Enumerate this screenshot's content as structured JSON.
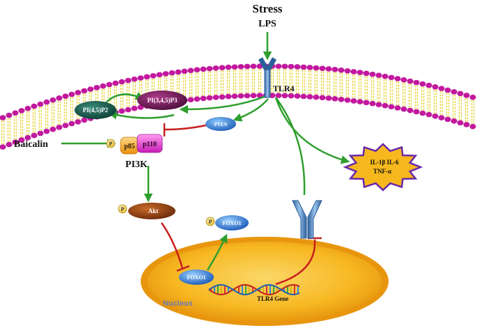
{
  "diagram": {
    "stress": "Stress",
    "lps": "LPS",
    "tlr4": "TLR4",
    "pip2": "PI(4,5)P2",
    "pip3": "PI(3,4,5)P3",
    "pten": "PTEN",
    "p85": "p85",
    "p110": "p110",
    "p_symbol": "P",
    "pi3k": "PI3K",
    "baicalin": "Baicalin",
    "akt": "Akt",
    "foxo1": "FOXO1",
    "cytokines_line1": "IL-1β  IL-6",
    "cytokines_line2": "TNF-α",
    "nucleus": "Nucleus",
    "tlr4_gene": "TLR4 Gene"
  },
  "colors": {
    "membrane_head": "#c2189e",
    "membrane_tail": "#e8d84a",
    "receptor": "#4a86c8",
    "activation_arrow": "#2e9e2e",
    "inhibition": "#c81e1e",
    "nucleus_fill": "#f4a914",
    "burst_fill": "#f6b81c",
    "burst_stroke": "#6a2aa8"
  }
}
